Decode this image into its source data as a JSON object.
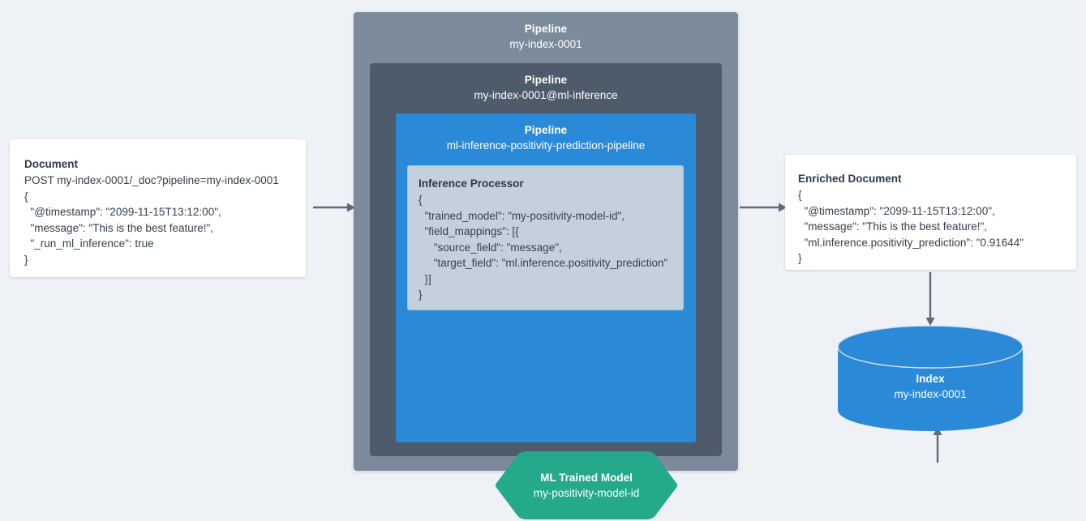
{
  "page": {
    "background_color": "#eef1f5",
    "title": "Elasticsearch ML inference ingest pipeline diagram"
  },
  "colors": {
    "pipeline_outer": "#7b8b9b",
    "pipeline_middle": "#4d5b6a",
    "pipeline_inner": "#2b8ad8",
    "processor_box": "#c4d1dd",
    "ml_model": "#24a98a",
    "index": "#2b8ad8",
    "arrow": "#5b6b7b",
    "card_background": "#ffffff",
    "text_dark": "#33414f"
  },
  "document": {
    "title": "Document",
    "lines": [
      "POST my-index-0001/_doc?pipeline=my-index-0001",
      "{",
      "  \"@timestamp\": \"2099-11-15T13:12:00\",",
      "  \"message\": \"This is the best feature!\",",
      "  \"_run_ml_inference\": true",
      "}"
    ]
  },
  "pipelines": {
    "outer": {
      "label": "Pipeline",
      "value": "my-index-0001"
    },
    "middle": {
      "label": "Pipeline",
      "value": "my-index-0001@ml-inference"
    },
    "inner": {
      "label": "Pipeline",
      "value": "ml-inference-positivity-prediction-pipeline"
    }
  },
  "inference_processor": {
    "title": "Inference Processor",
    "lines": [
      "{",
      "  \"trained_model\": \"my-positivity-model-id\",",
      "  \"field_mappings\": [{",
      "     \"source_field\": \"message\",",
      "     \"target_field\": \"ml.inference.positivity_prediction\"",
      "  }]",
      "}"
    ]
  },
  "ml_model": {
    "label": "ML Trained Model",
    "value": "my-positivity-model-id"
  },
  "enriched_document": {
    "title": "Enriched Document",
    "lines": [
      "{",
      "  \"@timestamp\": \"2099-11-15T13:12:00\",",
      "  \"message\": \"This is the best feature!\",",
      "  \"ml.inference.positivity_prediction\": \"0.91644\"",
      "}"
    ]
  },
  "index": {
    "label": "Index",
    "value": "my-index-0001"
  },
  "arrows": [
    {
      "name": "document-to-pipeline",
      "direction": "right"
    },
    {
      "name": "pipeline-to-enriched-document",
      "direction": "right"
    },
    {
      "name": "ml-model-to-inference-processor",
      "direction": "up"
    },
    {
      "name": "enriched-document-to-index",
      "direction": "down"
    }
  ]
}
